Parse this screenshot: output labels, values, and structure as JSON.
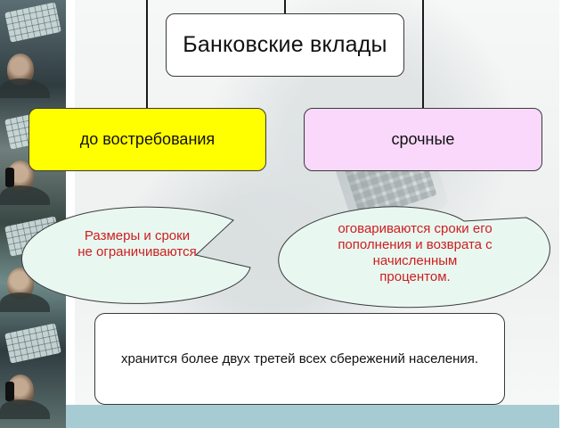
{
  "diagram": {
    "root_label": "Банковские вклады",
    "branch_left_label": "до востребования",
    "branch_right_label": "срочные",
    "callout_left_line1": "Размеры и сроки",
    "callout_left_line2": "не ограничиваются",
    "callout_right_line1": "оговариваются сроки его",
    "callout_right_line2": "пополнения и возврата с",
    "callout_right_line3": "начисленным",
    "callout_right_line4": "процентом.",
    "bottom_note": "хранится более двух третей всех сбережений населения."
  },
  "colors": {
    "root_fill": "#ffffff",
    "left_fill": "#ffff00",
    "right_fill": "#f9d8fb",
    "callout_fill": "#e9f7f1",
    "callout_text": "#cc1f1f",
    "bottom_band": "#a7cbd2",
    "connector": "#1a1a1a"
  }
}
